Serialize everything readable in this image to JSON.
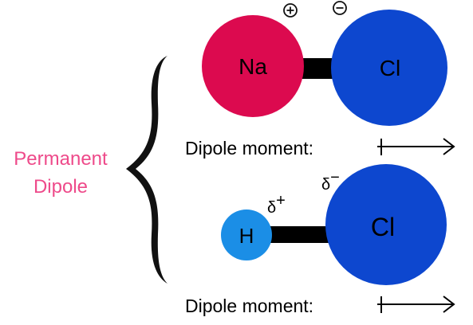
{
  "side_label": {
    "line1": "Permanent",
    "line2": "Dipole",
    "color": "#ee4a8a"
  },
  "molecule_nacl": {
    "atom_left": {
      "symbol": "Na",
      "color": "#dc0a4f",
      "charge": "+"
    },
    "atom_right": {
      "symbol": "Cl",
      "color": "#0d47cf",
      "charge": "−"
    },
    "bond_color": "#000000",
    "dipole_label": "Dipole moment:"
  },
  "molecule_hcl": {
    "atom_left": {
      "symbol": "H",
      "color": "#1b8ee6",
      "partial_charge": "δ",
      "partial_sign": "+"
    },
    "atom_right": {
      "symbol": "Cl",
      "color": "#0d47cf",
      "partial_charge": "δ",
      "partial_sign": "−"
    },
    "bond_color": "#000000",
    "dipole_label": "Dipole moment:"
  },
  "icons": {
    "brace": "curly-brace-icon",
    "dipole_arrow": "crossed-arrow-icon",
    "positive_charge": "plus-circle-icon",
    "negative_charge": "minus-circle-icon"
  }
}
